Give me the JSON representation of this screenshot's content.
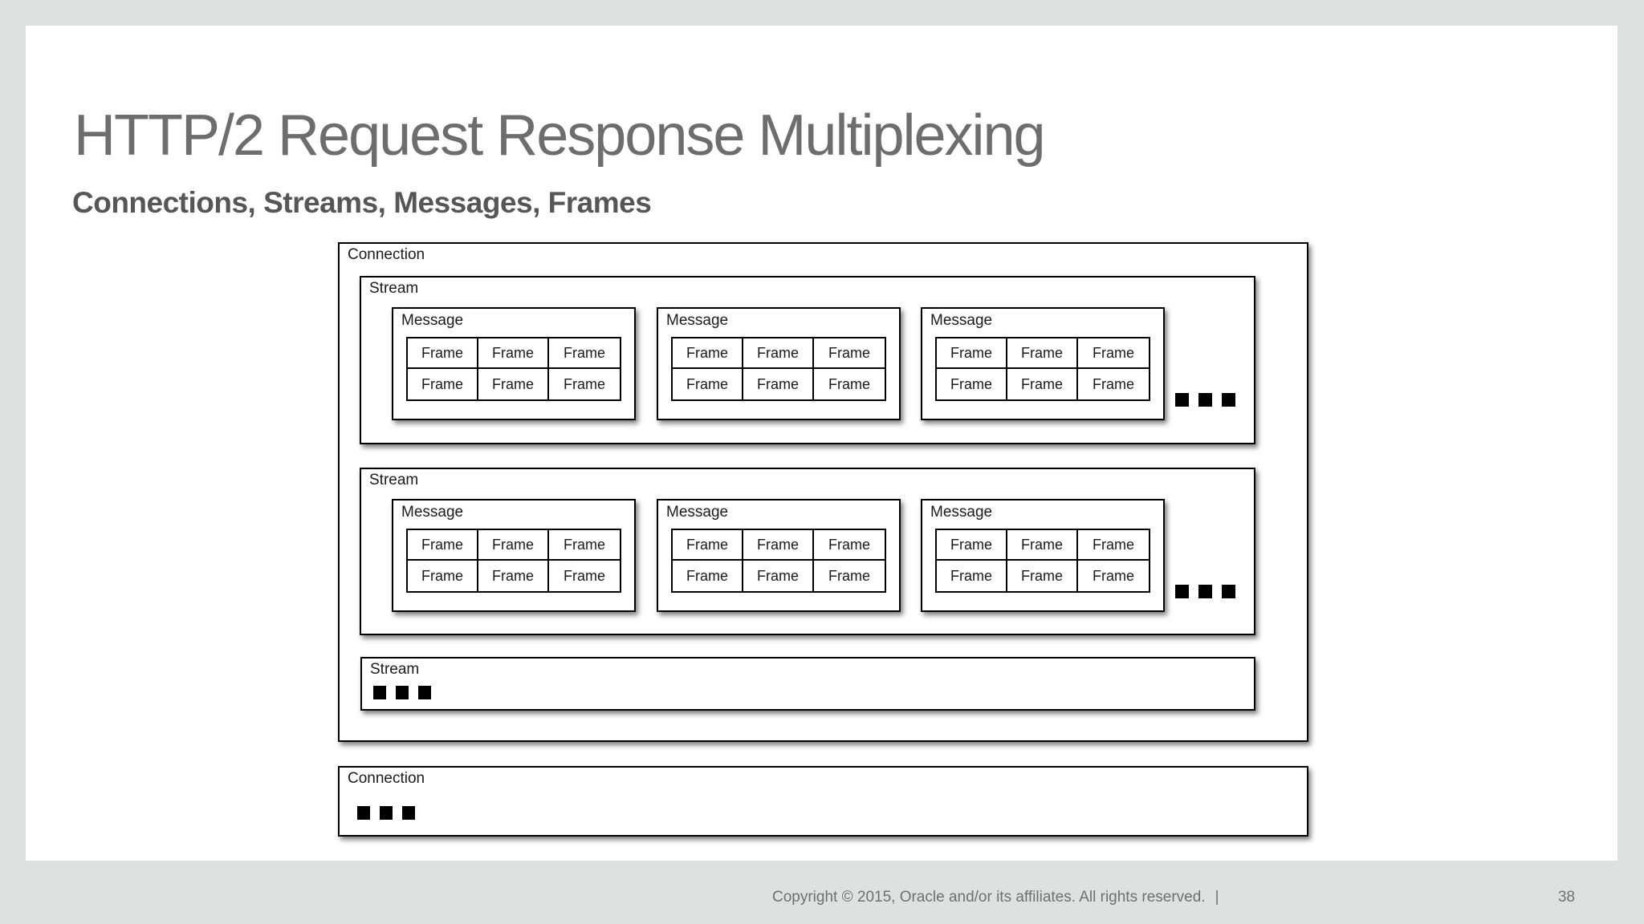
{
  "slide": {
    "title": "HTTP/2 Request Response Multiplexing",
    "subtitle": "Connections, Streams, Messages, Frames"
  },
  "footer": {
    "copyright": "Copyright © 2015, Oracle and/or its affiliates. All rights reserved.",
    "separator": "|",
    "page_number": "38"
  },
  "colors": {
    "page_background": "#dde1e0",
    "slide_background": "#ffffff",
    "title_text": "#6d6d6d",
    "subtitle_text": "#565656",
    "footer_text": "#707070",
    "diagram_border": "#000000",
    "diagram_text": "#1b1b1b",
    "ellipsis_square": "#000000"
  },
  "icons": {
    "ellipsis": "three-black-squares"
  },
  "diagram": {
    "connections": [
      {
        "label": "Connection",
        "has_ellipsis": false,
        "streams": [
          {
            "label": "Stream",
            "has_ellipsis": true,
            "messages": [
              {
                "label": "Message",
                "frames": [
                  "Frame",
                  "Frame",
                  "Frame",
                  "Frame",
                  "Frame",
                  "Frame"
                ]
              },
              {
                "label": "Message",
                "frames": [
                  "Frame",
                  "Frame",
                  "Frame",
                  "Frame",
                  "Frame",
                  "Frame"
                ]
              },
              {
                "label": "Message",
                "frames": [
                  "Frame",
                  "Frame",
                  "Frame",
                  "Frame",
                  "Frame",
                  "Frame"
                ]
              }
            ]
          },
          {
            "label": "Stream",
            "has_ellipsis": true,
            "messages": [
              {
                "label": "Message",
                "frames": [
                  "Frame",
                  "Frame",
                  "Frame",
                  "Frame",
                  "Frame",
                  "Frame"
                ]
              },
              {
                "label": "Message",
                "frames": [
                  "Frame",
                  "Frame",
                  "Frame",
                  "Frame",
                  "Frame",
                  "Frame"
                ]
              },
              {
                "label": "Message",
                "frames": [
                  "Frame",
                  "Frame",
                  "Frame",
                  "Frame",
                  "Frame",
                  "Frame"
                ]
              }
            ]
          },
          {
            "label": "Stream",
            "has_ellipsis": true,
            "messages": []
          }
        ]
      },
      {
        "label": "Connection",
        "has_ellipsis": true,
        "streams": []
      }
    ]
  }
}
